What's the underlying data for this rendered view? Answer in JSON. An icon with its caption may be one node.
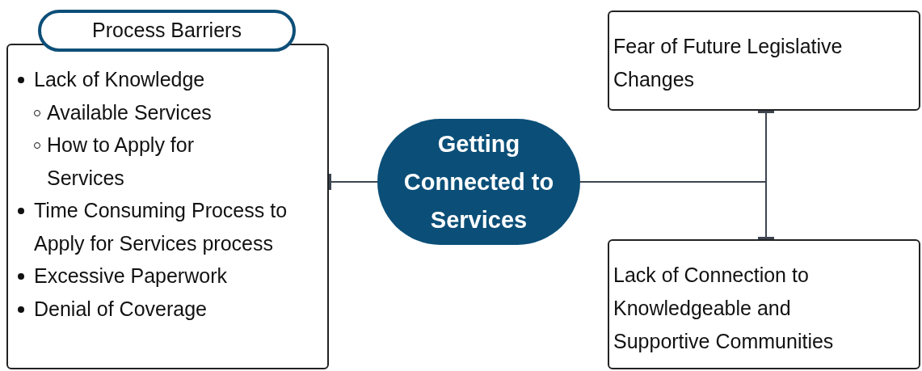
{
  "diagram": {
    "nodes": [
      {
        "text": [
          "Process Barriers"
        ]
      },
      {
        "text": [
          "Lack of Knowledge",
          "Available Services",
          "How to Apply for Services",
          "Time Consuming Process to Apply for Services process",
          "Excessive Paperwork",
          "Denial of Coverage"
        ]
      },
      {
        "text": [
          "Getting Connected to Services"
        ]
      },
      {
        "text": [
          "Fear of Future Legislative Changes"
        ]
      },
      {
        "text": [
          "Lack of Connection to Knowledgeable and Supportive Communities"
        ]
      }
    ],
    "edges": [
      {
        "from": 2,
        "to": 1,
        "arrow": "other"
      },
      {
        "from": 2,
        "to": 3,
        "arrow": "other"
      },
      {
        "from": 2,
        "to": 4,
        "arrow": "other"
      }
    ]
  }
}
